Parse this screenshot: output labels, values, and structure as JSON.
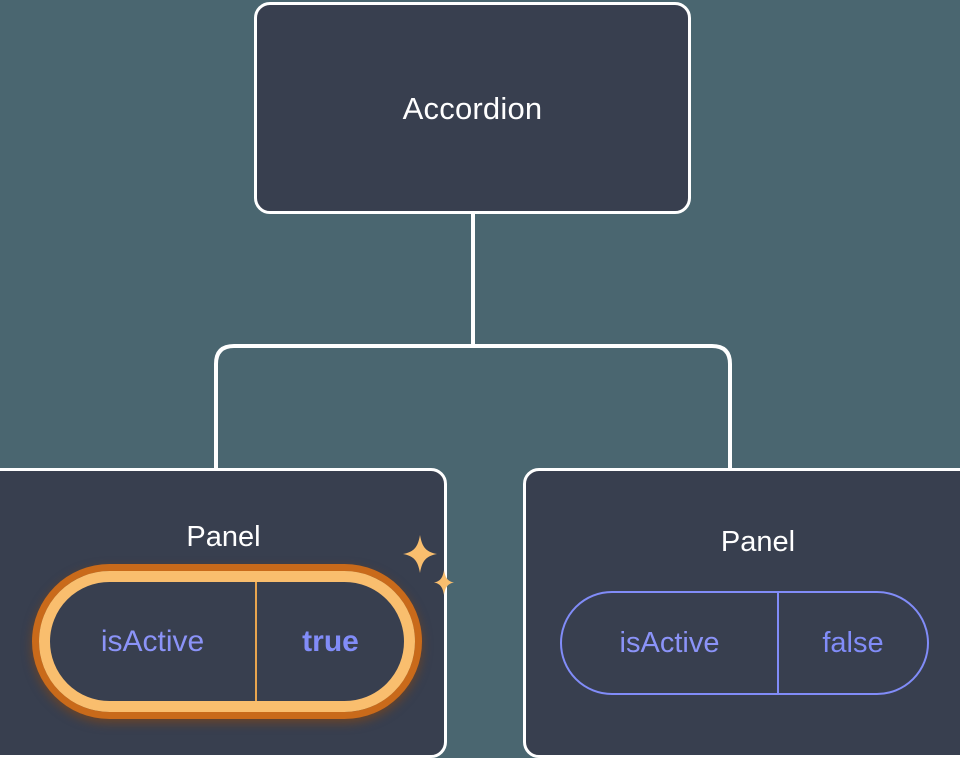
{
  "diagram": {
    "type": "component-tree",
    "background_color": "#4a6670",
    "node_fill_color": "#383f4f",
    "node_border_color": "#ffffff",
    "connector_color": "#ffffff",
    "accent_color": "#f9be6e",
    "accent_glow_color": "#c96a1a",
    "prop_color": "#818cf8",
    "root": {
      "label": "Accordion"
    },
    "children": [
      {
        "label": "Panel",
        "highlighted": true,
        "prop": {
          "name": "isActive",
          "value": "true"
        },
        "sparkle_icons": [
          "sparkle-large-icon",
          "sparkle-small-icon"
        ]
      },
      {
        "label": "Panel",
        "highlighted": false,
        "prop": {
          "name": "isActive",
          "value": "false"
        }
      }
    ]
  }
}
